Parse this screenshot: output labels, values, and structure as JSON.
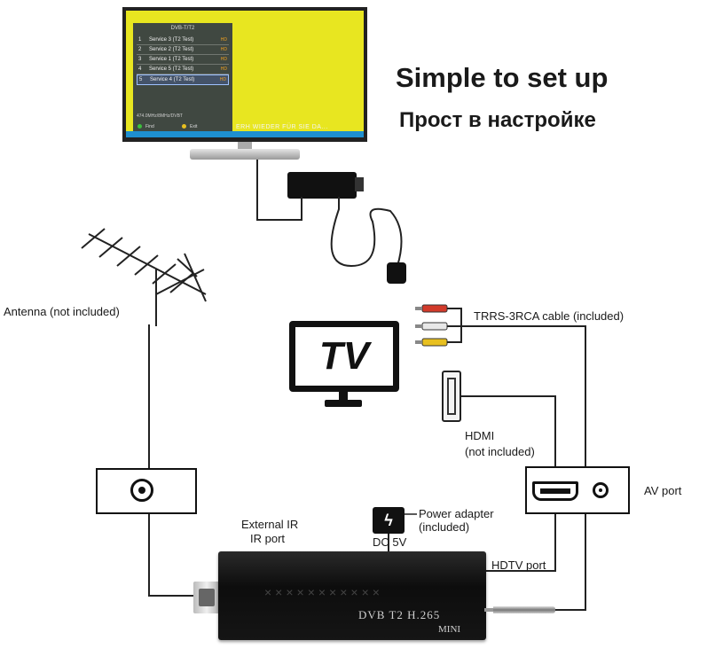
{
  "headline": {
    "english": "Simple to set up",
    "russian": "Прост в настройке"
  },
  "tv_screen": {
    "menu_title": "DVB-T/T2",
    "services": [
      {
        "num": "1",
        "name": "Service 3 (T2 Test)",
        "tag": "HD"
      },
      {
        "num": "2",
        "name": "Service 2 (T2 Test)",
        "tag": "HD"
      },
      {
        "num": "3",
        "name": "Service 1 (T2 Test)",
        "tag": "HD"
      },
      {
        "num": "4",
        "name": "Service 5 (T2 Test)",
        "tag": "HD"
      },
      {
        "num": "5",
        "name": "Service 4 (T2 Test)",
        "tag": "HD"
      }
    ],
    "frequency": "474.0MHz/8MHz/DVBT",
    "find_label": "Find",
    "exit_label": "Exit",
    "ticker": "ERH WIEDER FÜR SIE DA..."
  },
  "tv_icon": {
    "text": "TV"
  },
  "labels": {
    "antenna": "Antenna (not included)",
    "rca_cable": "TRRS-3RCA cable (included)",
    "hdmi_line1": "HDMI",
    "hdmi_line2": "(not included)",
    "av_port": "AV port",
    "external_ir_line1": "External IR",
    "external_ir_line2": "IR port",
    "power_adapter_line1": "Power adapter",
    "power_adapter_line2": "(included)",
    "dc": "DC 5V",
    "hdtv_port": "HDTV port"
  },
  "device": {
    "pattern": "×××××××××××",
    "model": "DVB  T2  H.265",
    "mini": "MINI"
  },
  "colors": {
    "tv_screen": "#e8e620",
    "menu_bg": "#283246",
    "ui_bar": "#1e8fd0",
    "rca_red": "#d23a2a",
    "rca_white": "#e8e8e8",
    "rca_yellow": "#e8c020",
    "device_body": "#111111"
  },
  "icons": {
    "power": "lightning-bolt-icon",
    "coax": "coax-socket-icon",
    "hdmi": "hdmi-port-icon",
    "av": "av-jack-icon"
  }
}
